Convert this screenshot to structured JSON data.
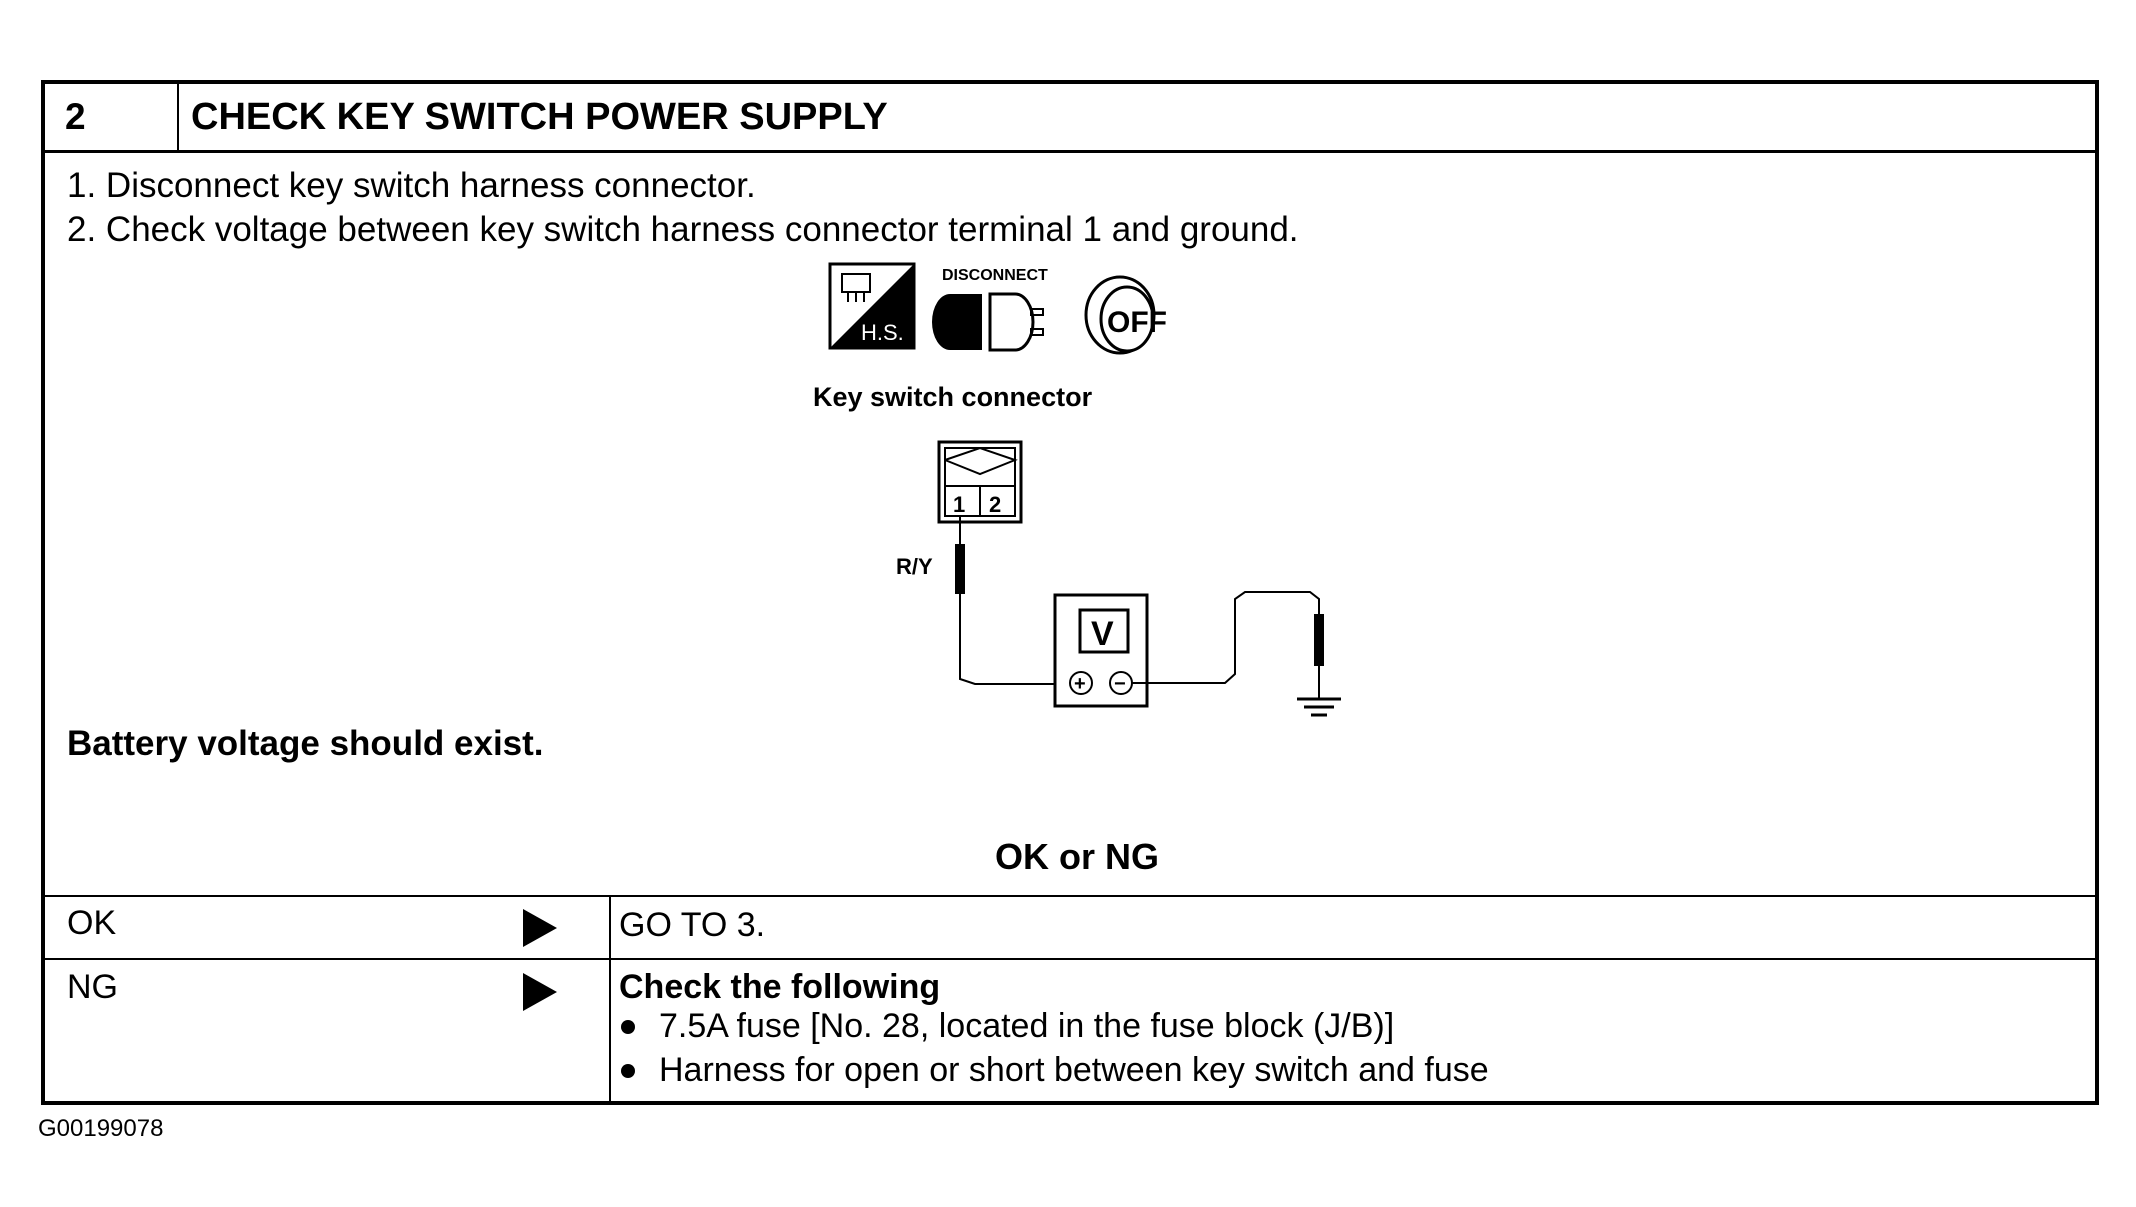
{
  "step": {
    "number": "2",
    "title": "CHECK KEY SWITCH POWER SUPPLY"
  },
  "instructions": [
    "1.  Disconnect key switch harness connector.",
    "2.  Check voltage between key switch harness connector terminal 1 and ground."
  ],
  "diagram": {
    "icons": [
      "harness-side-icon",
      "disconnect-icon",
      "ignition-off-icon"
    ],
    "icon_hs_text": "H.S.",
    "icon_disconnect_text": "DISCONNECT",
    "icon_off_text": "OFF",
    "connector_label": "Key switch connector",
    "terminal_1": "1",
    "terminal_2": "2",
    "wire_color": "R/Y",
    "meter_label": "V",
    "meter_plus": "+",
    "meter_minus": "−"
  },
  "result_text": "Battery voltage should exist.",
  "decision_heading": "OK or NG",
  "outcomes": [
    {
      "label": "OK",
      "action_title": "GO TO 3.",
      "action_items": []
    },
    {
      "label": "NG",
      "action_title": "Check the following",
      "action_items": [
        "7.5A fuse [No. 28, located in the fuse block (J/B)]",
        "Harness for open or short between key switch and fuse"
      ]
    }
  ],
  "figure_id": "G00199078"
}
